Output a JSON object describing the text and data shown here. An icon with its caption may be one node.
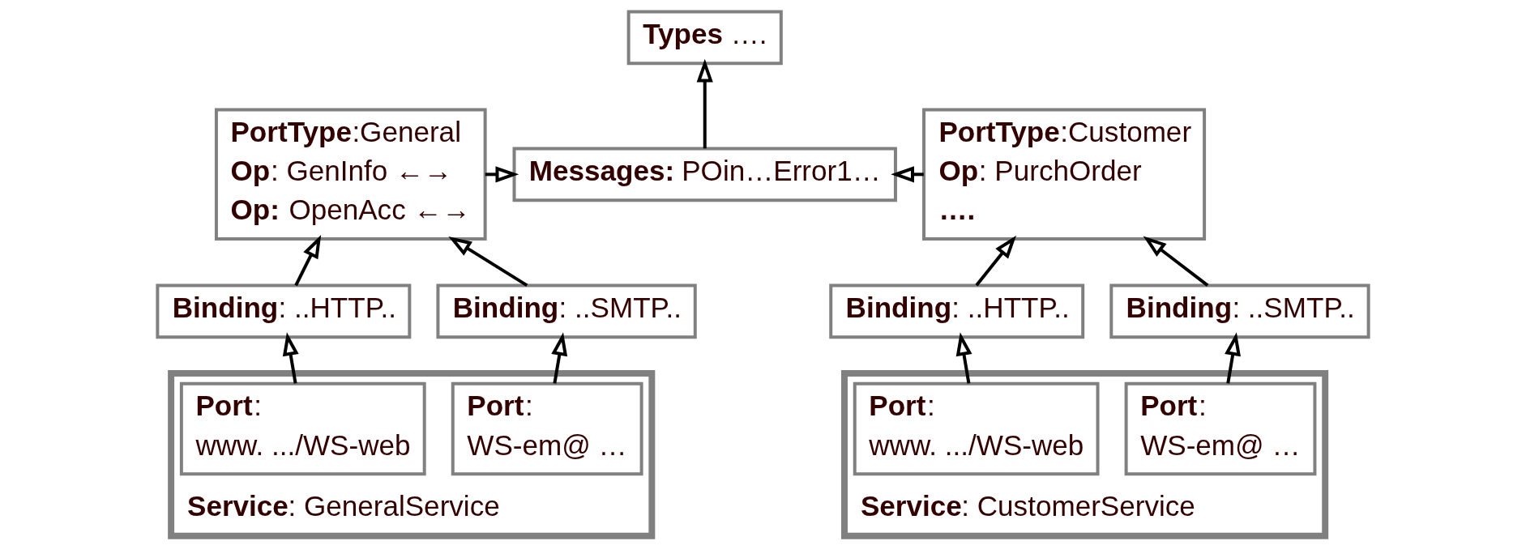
{
  "diagram": {
    "nodes": [
      {
        "text": [
          "**Types** …."
        ]
      },
      {
        "text": [
          "**PortType**:General",
          "**Op**: GenInfo ←→",
          "**Op:** OpenAcc ←→"
        ]
      },
      {
        "text": [
          "**Messages:** POin…Error1…"
        ]
      },
      {
        "text": [
          "**PortType**:Customer",
          "**Op**: PurchOrder",
          "**….**"
        ]
      },
      {
        "text": [
          "**Binding**: ..HTTP.."
        ]
      },
      {
        "text": [
          "**Binding**: ..SMTP.."
        ]
      },
      {
        "text": [
          "**Binding**: ..HTTP.."
        ]
      },
      {
        "text": [
          "**Binding**: ..SMTP.."
        ]
      },
      {
        "text": [
          "**Service**: GeneralService"
        ]
      },
      {
        "text": [
          "**Port**:",
          "www. .../WS-web"
        ],
        "in": 8
      },
      {
        "text": [
          "**Port**:",
          "WS-em@ …"
        ],
        "in": 8
      },
      {
        "text": [
          "**Service**: CustomerService"
        ]
      },
      {
        "text": [
          "**Port**:",
          "www. .../WS-web"
        ],
        "in": 11
      },
      {
        "text": [
          "**Port**:",
          "WS-em@ …"
        ],
        "in": 11
      }
    ],
    "edges": [
      {
        "from": 1,
        "to": 2,
        "arrow": "to"
      },
      {
        "from": 3,
        "to": 2,
        "arrow": "to"
      },
      {
        "from": 2,
        "to": 0,
        "arrow": "to"
      },
      {
        "from": 4,
        "to": 1,
        "arrow": "to"
      },
      {
        "from": 5,
        "to": 1,
        "arrow": "to"
      },
      {
        "from": 6,
        "to": 3,
        "arrow": "to"
      },
      {
        "from": 7,
        "to": 3,
        "arrow": "to"
      },
      {
        "from": 9,
        "to": 4,
        "arrow": "to"
      },
      {
        "from": 10,
        "to": 5,
        "arrow": "to"
      },
      {
        "from": 12,
        "to": 6,
        "arrow": "to"
      },
      {
        "from": 13,
        "to": 7,
        "arrow": "to"
      }
    ]
  }
}
